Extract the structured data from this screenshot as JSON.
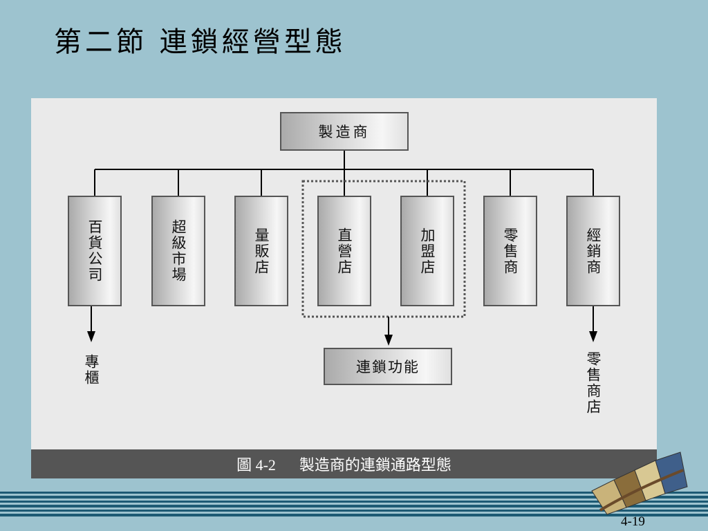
{
  "slide": {
    "title": "第二節 連鎖經營型態",
    "page_number": "4-19"
  },
  "diagram": {
    "manufacturer": "製造商",
    "channels": [
      {
        "id": "department-store",
        "label": "百貨公司"
      },
      {
        "id": "supermarket",
        "label": "超級市場"
      },
      {
        "id": "mass-retailer",
        "label": "量販店"
      },
      {
        "id": "direct-store",
        "label": "直營店"
      },
      {
        "id": "franchise-store",
        "label": "加盟店"
      },
      {
        "id": "retailer",
        "label": "零售商"
      },
      {
        "id": "distributor",
        "label": "經銷商"
      }
    ],
    "outputs": {
      "department_store": "專櫃",
      "chain": "連鎖功能",
      "distributor": "零售商店"
    },
    "caption": {
      "figure": "圖 4-2",
      "text": "製造商的連鎖通路型態"
    }
  },
  "colors": {
    "background": "#9dc3cf",
    "panel": "#eaeaea",
    "caption_bar": "#555555"
  }
}
